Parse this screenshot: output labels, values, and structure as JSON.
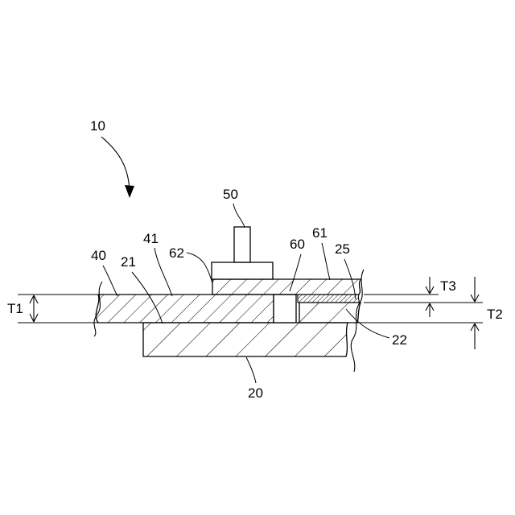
{
  "figure": {
    "labels": {
      "assembly": "10",
      "base": "20",
      "base_face": "21",
      "base_recess": "22",
      "base_edge": "25",
      "plate": "40",
      "plate_face": "41",
      "post": "50",
      "strip": "60",
      "strip_face": "61",
      "strip_end": "62"
    },
    "dimensions": {
      "t1": "T1",
      "t2": "T2",
      "t3": "T3"
    }
  }
}
